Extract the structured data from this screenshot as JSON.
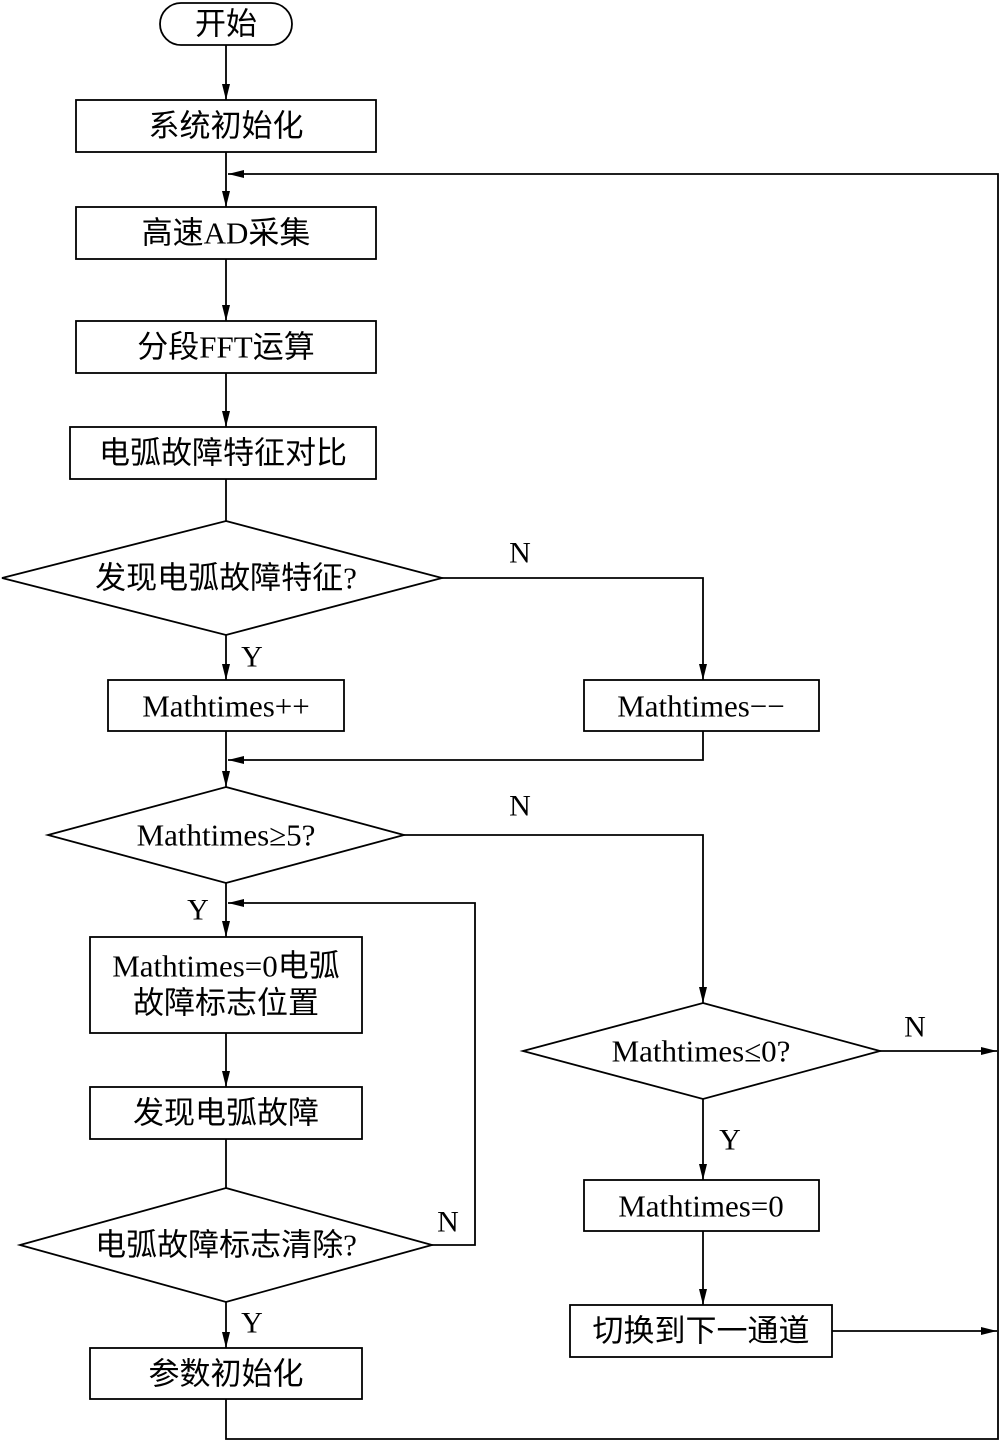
{
  "nodes": {
    "start": "开始",
    "init": "系统初始化",
    "sample": "高速AD采集",
    "fft": "分段FFT运算",
    "compare": "电弧故障特征对比",
    "detect_decision": "发现电弧故障特征?",
    "increment": "Mathtimes++",
    "decrement": "Mathtimes−−",
    "ge5_decision": "Mathtimes≥5?",
    "set_flag_line1": "Mathtimes=0电弧",
    "set_flag_line2": "故障标志位置",
    "found": "发现电弧故障",
    "clear_decision": "电弧故障标志清除?",
    "param_init": "参数初始化",
    "le0_decision": "Mathtimes≤0?",
    "reset": "Mathtimes=0",
    "switch_channel": "切换到下一通道"
  },
  "edge_labels": {
    "detect_no": "N",
    "detect_yes": "Y",
    "ge5_no": "N",
    "ge5_yes": "Y",
    "clear_no": "N",
    "clear_yes": "Y",
    "le0_no": "N",
    "le0_yes": "Y"
  },
  "colors": {
    "stroke": "#000000",
    "background": "#ffffff"
  }
}
